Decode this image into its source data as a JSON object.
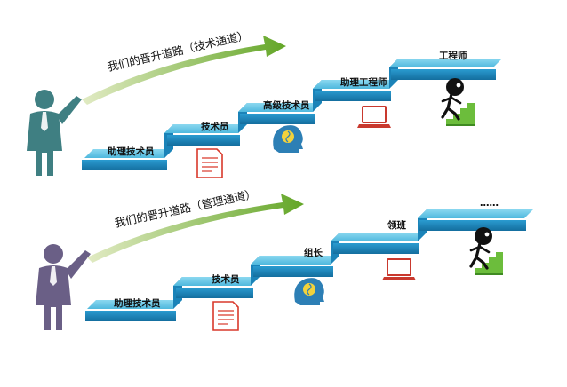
{
  "paths": [
    {
      "arrow_label": "我们的晋升道路（技术通道）",
      "person_color": "#3f7f82",
      "steps": [
        "助理技术员",
        "技术员",
        "高级技术员",
        "助理工程师",
        "工程师"
      ],
      "icons": [
        "document-icon",
        "lightbulb-head-icon",
        "laptop-icon",
        "climbing-figure-icon"
      ]
    },
    {
      "arrow_label": "我们的晋升道路（管理通道）",
      "person_color": "#6a5f86",
      "steps": [
        "助理技术员",
        "技术员",
        "组长",
        "领班",
        "……"
      ],
      "icons": [
        "document-icon",
        "lightbulb-head-icon",
        "laptop-icon",
        "climbing-figure-icon"
      ]
    }
  ],
  "colors": {
    "stair_top": "#5fc4e4",
    "stair_front": "#1b83b8",
    "arrow_start": "#e2ebc4",
    "arrow_end": "#63a627",
    "doc_accent": "#d9392b",
    "head": "#2d7fb5",
    "laptop": "#c9392e",
    "climber_green": "#6cbd3c"
  }
}
